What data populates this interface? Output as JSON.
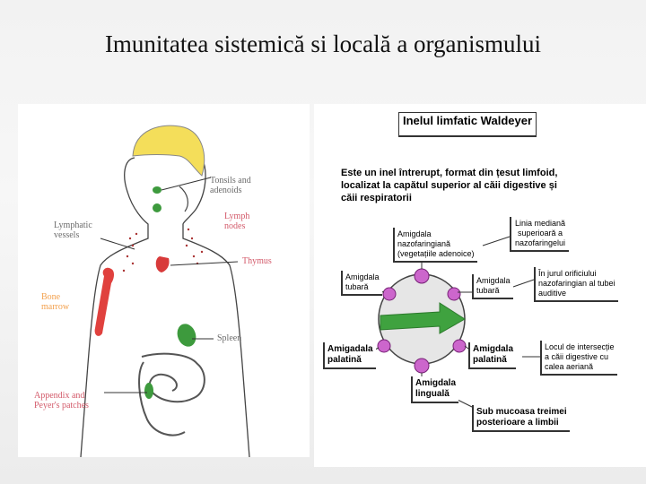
{
  "title": "Imunitatea sistemică si locală a organismului",
  "left_labels": {
    "tonsils": "Tonsils and\nadenoids",
    "lymphatic_vessels": "Lymphatic\nvessels",
    "lymph_nodes": "Lymph\nnodes",
    "thymus": "Thymus",
    "bone_marrow": "Bone\nmarrow",
    "spleen": "Spleen",
    "appendix": "Appendix and\nPeyer's patches"
  },
  "right": {
    "heading": "Inelul limfatic Waldeyer",
    "description": "Este un inel întrerupt, format din țesut limfoid,\nlocalizat la capătul superior al căii digestive și\ncăii respiratorii",
    "labels": {
      "nasopharyngeal": "Amigdala\nnazofaringiană\n(vegetațiile adenoice)",
      "median_line": "Linia mediană\nsuperioară a\nnazofaringelui",
      "tubal_left": "Amigdala\ntubară",
      "tubal_right": "Amigdala\ntubară",
      "tube_orifice": "În jurul orificiului\nnazofaringian al tubei\nauditive",
      "palatine_left": "Amigadala\npalatină",
      "palatine_right": "Amigdala\npalatină",
      "crossing": "Locul de intersecție\na căii digestive cu\ncalea aeriană",
      "lingual": "Amigdala\nlinguală",
      "submucosa": "Sub mucoasa treimei\nposterioare a limbii"
    }
  },
  "colors": {
    "hair": "#f4de5a",
    "organ_green": "#3d9a3d",
    "thymus_red": "#d83a3a",
    "bone_red": "#e0413e",
    "ring_pink": "#cc66cc",
    "arrow_green": "#3fa23f"
  }
}
